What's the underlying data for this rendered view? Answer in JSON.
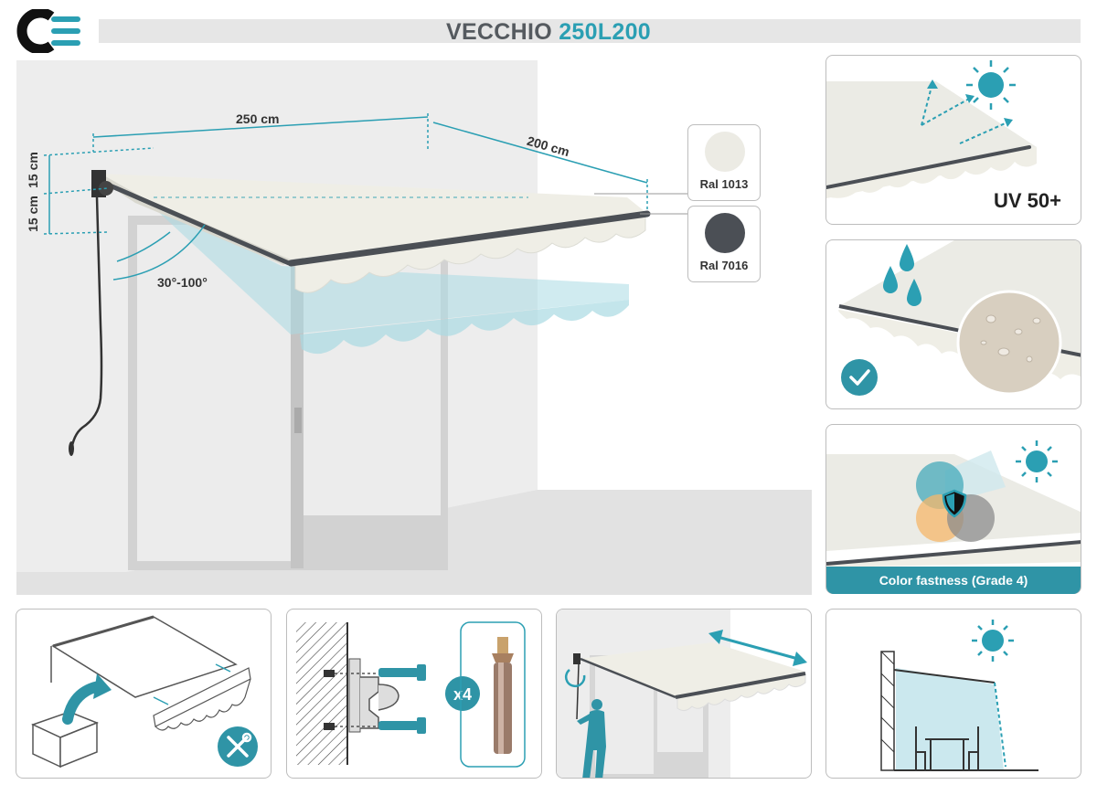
{
  "header": {
    "brand_logo": "ce-logo",
    "title_prefix": "VECCHIO ",
    "title_model": "250L200"
  },
  "dimensions": {
    "width_label": "250 cm",
    "depth_label": "200 cm",
    "bracket_top_label": "15 cm",
    "bracket_bottom_label": "15 cm",
    "angle_label": "30°-100°"
  },
  "colors_options": [
    {
      "label": "Ral 1013",
      "hex": "#ecebe4"
    },
    {
      "label": "Ral 7016",
      "hex": "#4b4f55"
    }
  ],
  "features": {
    "uv": {
      "label": "UV 50+",
      "icon": "sun-icon"
    },
    "waterproof": {
      "icon": "checkmark-icon"
    },
    "color_fastness": {
      "label": "Color fastness (Grade 4)",
      "icon": "shield-icon"
    }
  },
  "accessories": {
    "bolt_count": "x4"
  },
  "palette": {
    "accent": "#2b9fb3",
    "frame": "#4b4f55",
    "fabric": "#efeee6"
  }
}
